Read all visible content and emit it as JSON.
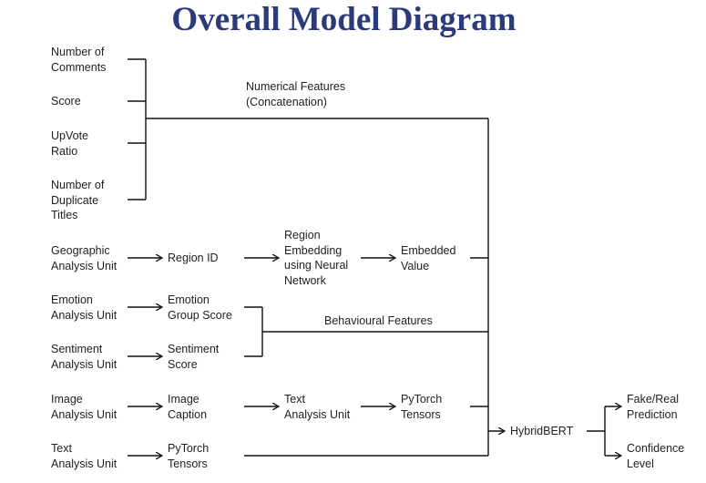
{
  "title": "Overall Model Diagram",
  "inputs": {
    "num_comments": "Number of\nComments",
    "score": "Score",
    "upvote_ratio": "UpVote\nRatio",
    "duplicate_titles": "Number of\nDuplicate\nTitles",
    "geographic": "Geographic\nAnalysis Unit",
    "emotion": "Emotion\nAnalysis Unit",
    "sentiment": "Sentiment\nAnalysis Unit",
    "image": "Image\nAnalysis Unit",
    "text": "Text\nAnalysis Unit"
  },
  "intermediate": {
    "region_id": "Region ID",
    "region_embedding": "Region\nEmbedding\nusing Neural\nNetwork",
    "embedded_value": "Embedded\nValue",
    "emotion_group_score": "Emotion\nGroup Score",
    "sentiment_score": "Sentiment\nScore",
    "image_caption": "Image\nCaption",
    "text_analysis_unit": "Text\nAnalysis Unit",
    "pytorch_tensors_image": "PyTorch\nTensors",
    "pytorch_tensors_text": "PyTorch\nTensors"
  },
  "group_labels": {
    "numerical": "Numerical Features\n(Concatenation)",
    "behavioural": "Behavioural Features"
  },
  "model": "HybridBERT",
  "outputs": {
    "prediction": "Fake/Real\nPrediction",
    "confidence": "Confidence\nLevel"
  }
}
